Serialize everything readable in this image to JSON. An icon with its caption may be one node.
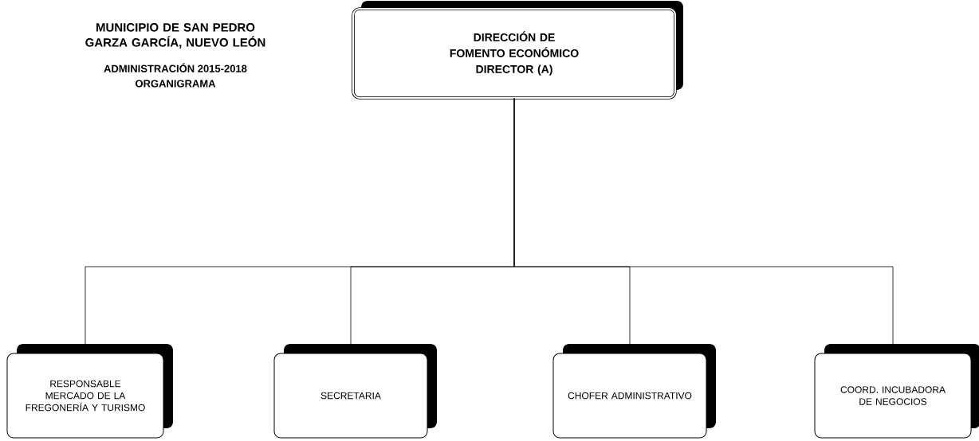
{
  "diagram": {
    "title": "MUNICIPIO DE SAN PEDRO GARZA GARCÍA, NUEVO LEÓN",
    "nodes": [
      {
        "text": [
          "DIRECCIÓN DE FOMENTO ECONÓMICO",
          "DIRECTOR (A)"
        ]
      },
      {
        "text": [
          "RESPONSABLE MERCADO DE LA FREGONERÍA Y TURISMO"
        ]
      },
      {
        "text": [
          "SECRETARIA"
        ]
      },
      {
        "text": [
          "CHOFER ADMINISTRATIVO"
        ]
      },
      {
        "text": [
          "COORD. INCUBADORA DE NEGOCIOS"
        ]
      }
    ],
    "edges": [
      {
        "from": 0,
        "to": 1,
        "arrow": "none"
      },
      {
        "from": 0,
        "to": 2,
        "arrow": "none"
      },
      {
        "from": 0,
        "to": 3,
        "arrow": "none"
      },
      {
        "from": 0,
        "to": 4,
        "arrow": "none"
      }
    ],
    "labels": [
      "ADMINISTRACIÓN 2015-2018",
      "ORGANIGRAMA"
    ]
  }
}
